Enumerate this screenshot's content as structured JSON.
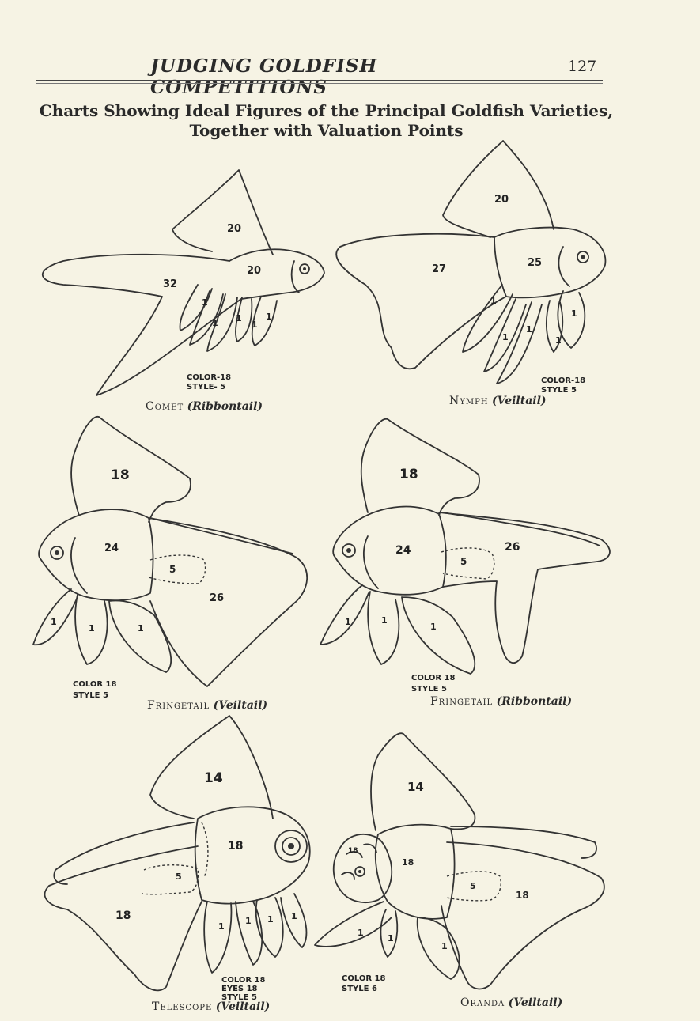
{
  "header": {
    "title": "JUDGING GOLDFISH COMPETITIONS",
    "page_number": "127"
  },
  "heading": {
    "line1": "Charts Showing Ideal Figures of the Principal Goldfish Varieties,",
    "line2": "Together with Valuation Points"
  },
  "fish": {
    "comet": {
      "name": "Comet",
      "type": "(Ribbontail)",
      "dorsal": "20",
      "body": "20",
      "tail": "32",
      "fins": [
        "1",
        "1",
        "1",
        "1",
        "1"
      ],
      "scoring": [
        "COLOR-18",
        "STYLE- 5"
      ]
    },
    "nymph": {
      "name": "Nymph",
      "type": "(Veiltail)",
      "dorsal": "20",
      "body": "25",
      "tail": "27",
      "fins": [
        "1",
        "1",
        "1",
        "1",
        "1"
      ],
      "scoring": [
        "COLOR-18",
        "STYLE 5"
      ]
    },
    "fringetail_veiltail": {
      "name": "Fringetail",
      "type": "(Veiltail)",
      "dorsal": "18",
      "body": "24",
      "tail": "26",
      "anal": "5",
      "fins": [
        "1",
        "1",
        "1"
      ],
      "scoring": [
        "COLOR 18",
        "STYLE 5"
      ]
    },
    "fringetail_ribbontail": {
      "name": "Fringetail",
      "type": "(Ribbontail)",
      "dorsal": "18",
      "body": "24",
      "tail": "26",
      "anal": "5",
      "fins": [
        "1",
        "1",
        "1"
      ],
      "scoring": [
        "COLOR 18",
        "STYLE 5"
      ]
    },
    "telescope": {
      "name": "Telescope",
      "type": "(Veiltail)",
      "dorsal": "14",
      "body": "18",
      "tail": "18",
      "anal": "5",
      "fins": [
        "1",
        "1",
        "1",
        "1"
      ],
      "scoring": [
        "COLOR 18",
        "EYES 18",
        "STYLE 5"
      ]
    },
    "oranda": {
      "name": "Oranda",
      "type": "(Veiltail)",
      "dorsal": "14",
      "body": "18",
      "hood": "18",
      "tail": "18",
      "anal": "5",
      "fins": [
        "1",
        "1",
        "1"
      ],
      "scoring": [
        "COLOR 18",
        "STYLE 6"
      ]
    }
  }
}
